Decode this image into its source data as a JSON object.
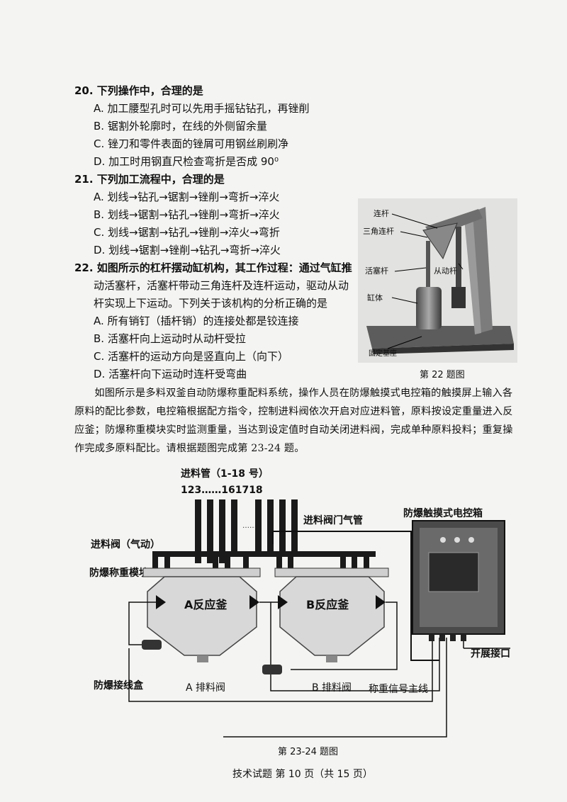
{
  "q20": {
    "stem": "20. 下列操作中，合理的是",
    "options": [
      "A. 加工腰型孔时可以先用手摇钻钻孔，再锉削",
      "B. 锯割外轮廓时，在线的外侧留余量",
      "C. 锉刀和零件表面的锉屑可用钢丝刷刷净",
      "D. 加工时用钢直尺检查弯折是否成 90⁰"
    ]
  },
  "q21": {
    "stem": "21. 下列加工流程中，合理的是",
    "options": [
      "A. 划线→钻孔→锯割→锉削→弯折→淬火",
      "B. 划线→锯割→钻孔→锉削→弯折→淬火",
      "C. 划线→锯割→钻孔→锉削→淬火→弯折",
      "D. 划线→锯割→锉削→钻孔→弯折→淬火"
    ]
  },
  "q22": {
    "stem_lines": [
      "22. 如图所示的杠杆摆动缸机构，其工作过程：通过气缸推",
      "动活塞杆，活塞杆带动三角连杆及连杆运动，驱动从动",
      "杆实现上下运动。下列关于该机构的分析正确的是"
    ],
    "options": [
      "A. 所有销钉（插杆销）的连接处都是铰连接",
      "B. 活塞杆向上运动时从动杆受拉",
      "C. 活塞杆的运动方向是竖直向上（向下）",
      "D. 活塞杆向下运动时连杆受弯曲"
    ],
    "figure": {
      "labels": {
        "link": "连杆",
        "triangle": "三角连杆",
        "piston": "活塞杆",
        "driven": "从动杆",
        "cylinder": "缸体",
        "base": "固定基座"
      },
      "caption": "第 22 题图"
    }
  },
  "intro": "如图所示是多料双釜自动防爆称重配料系统，操作人员在防爆触摸式电控箱的触摸屏上输入各原料的配比参数，电控箱根据配方指令，控制进料阀依次开启对应进料管，原料按设定重量进入反应釜；防爆称重模块实时监测重量，当达到设定值时自动关闭进料阀，完成单种原料投料；重复操作完成多原料配比。请根据题图完成第 23-24 题。",
  "figure2": {
    "feed_pipe": "进料管（1-18 号）",
    "pipe_numbers": "123……161718",
    "valve_air": "进料阀门气管",
    "control_box": "防爆触摸式电控箱",
    "feed_valve": "进料阀（气动）",
    "weigh_module": "防爆称重模块",
    "tank_a": "A反应釜",
    "tank_b": "B反应釜",
    "junction_box": "防爆接线盒",
    "valve_a": "A 排料阀",
    "valve_b": "B 排料阀",
    "signal_line": "称重信号主线",
    "expansion": "开展接口",
    "caption": "第 23-24 题图"
  },
  "footer": "技术试题 第 10 页（共 15 页）"
}
